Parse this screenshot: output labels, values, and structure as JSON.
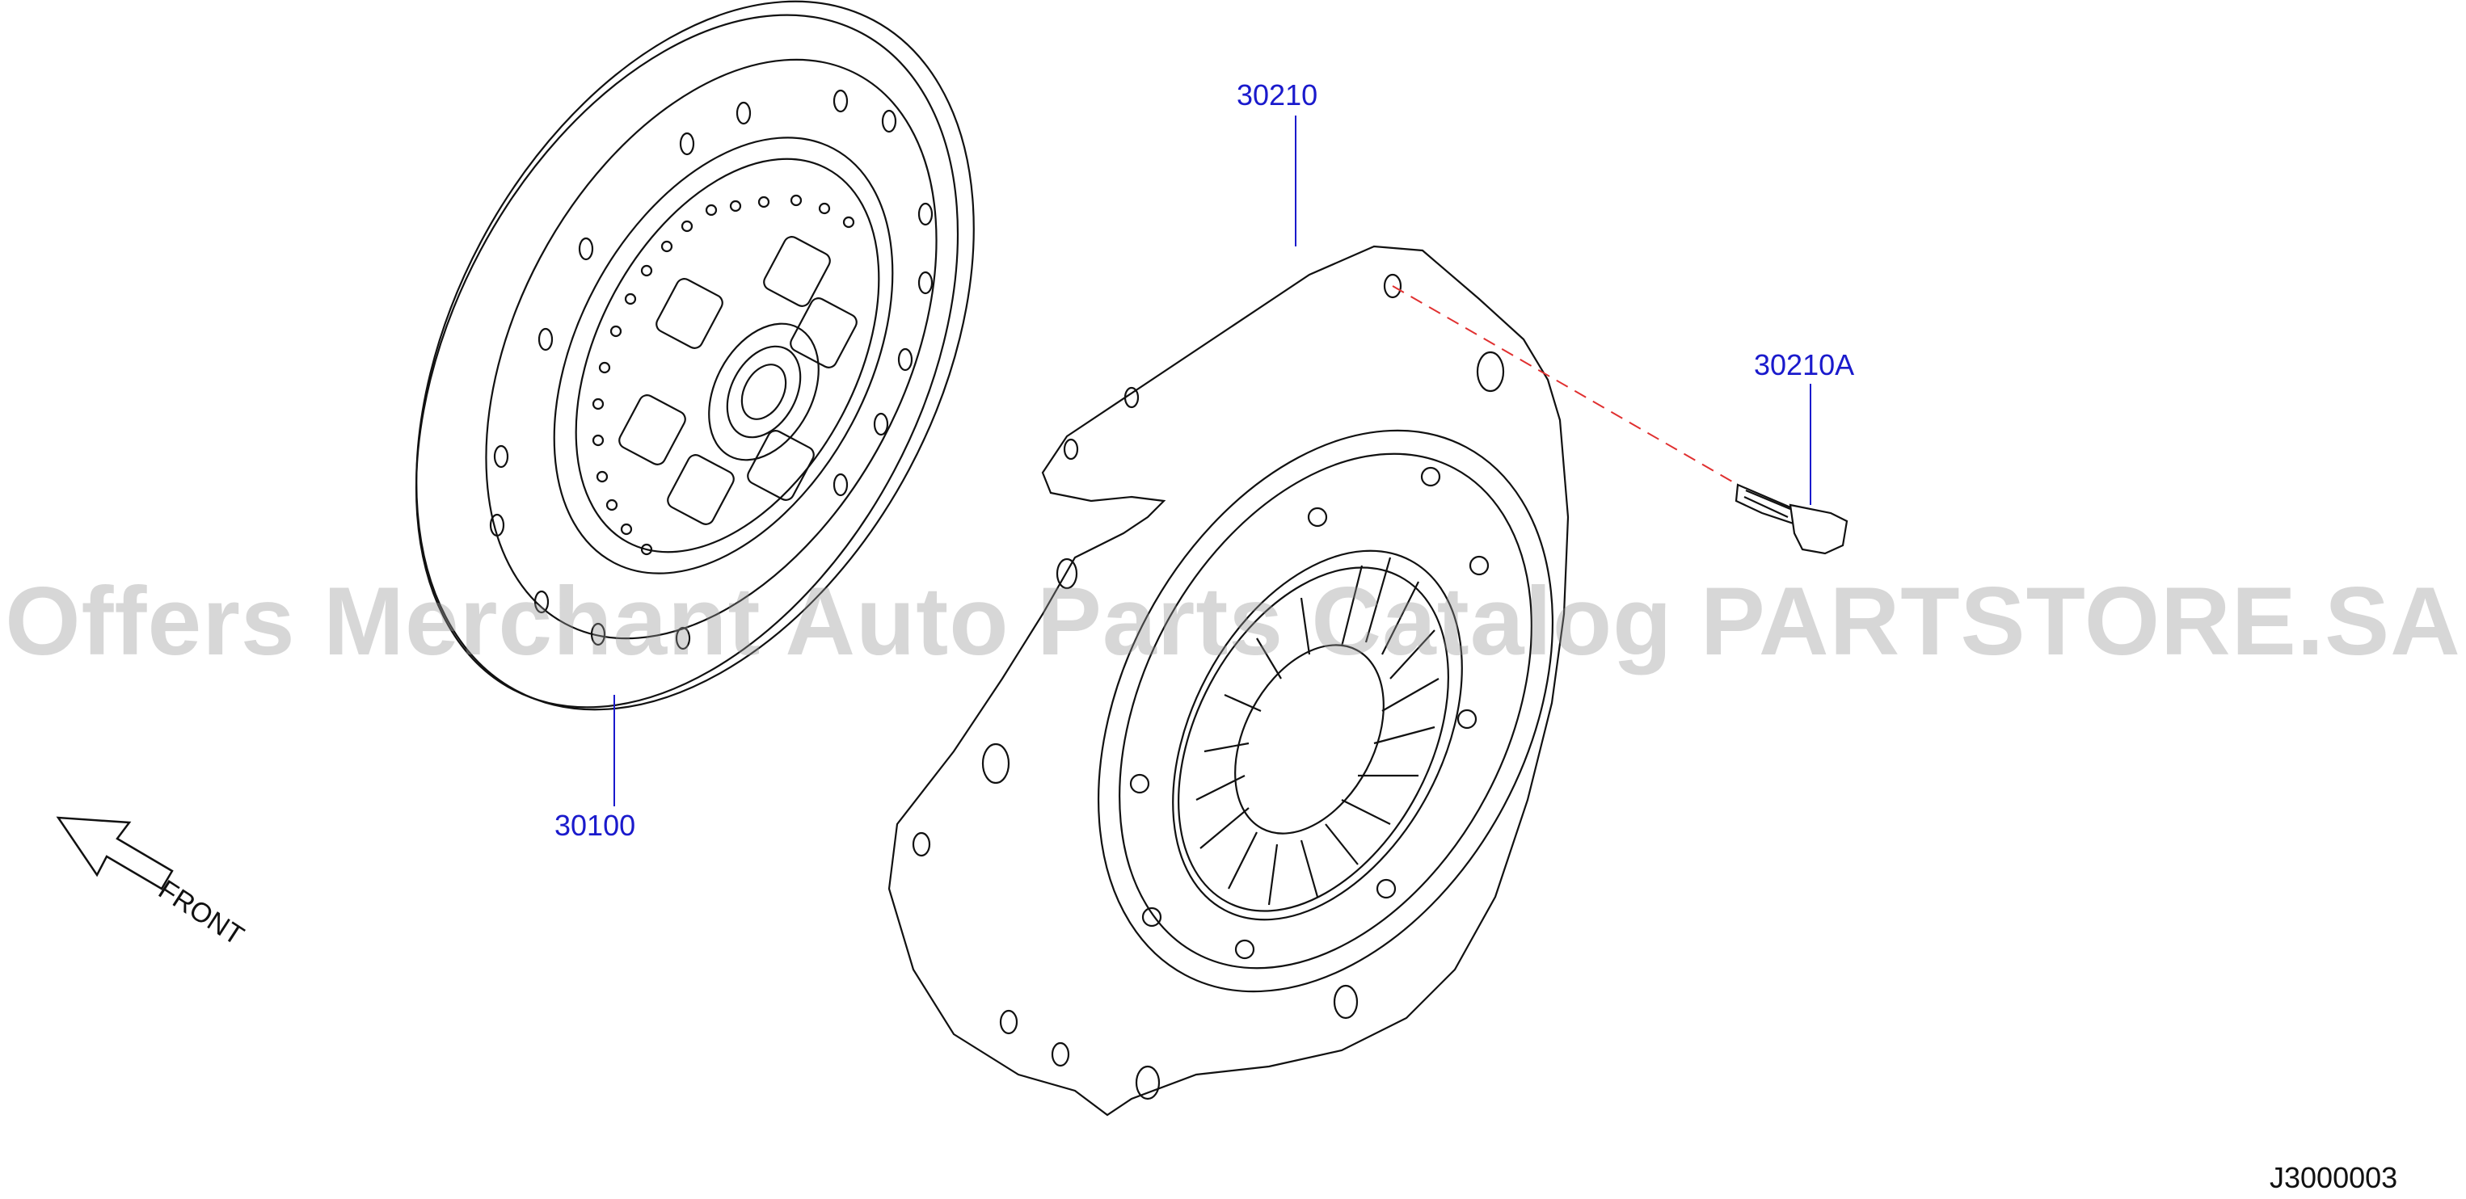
{
  "parts": {
    "clutch_disc": "30100",
    "clutch_cover": "30210",
    "cover_bolt": "30210A"
  },
  "direction": {
    "label": "FRONT"
  },
  "diagram_id": "J3000003",
  "watermark": "Offers Merchant Auto Parts Catalog PARTSTORE.SA",
  "colors": {
    "part_label": "#1a1acc",
    "leader_line": "#1a1acc",
    "dashed_guide": "#e03030",
    "drawing": "#111111"
  }
}
